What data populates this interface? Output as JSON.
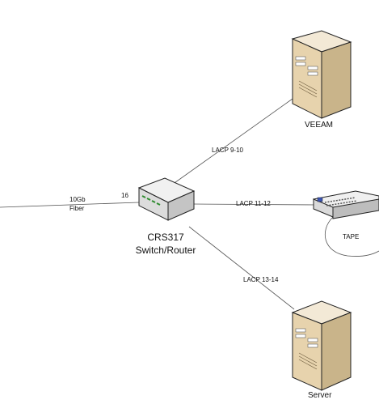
{
  "links": {
    "fiber": {
      "line1": "10Gb",
      "line2": "Fiber",
      "port": "16"
    },
    "veeam": "LACP  9-10",
    "tape": "LACP  11-12",
    "server": "LACP  13-14"
  },
  "nodes": {
    "router": {
      "line1": "CRS317",
      "line2": "Switch/Router"
    },
    "veeam": "VEEAM",
    "tape": "TAPE",
    "server": "Server"
  }
}
